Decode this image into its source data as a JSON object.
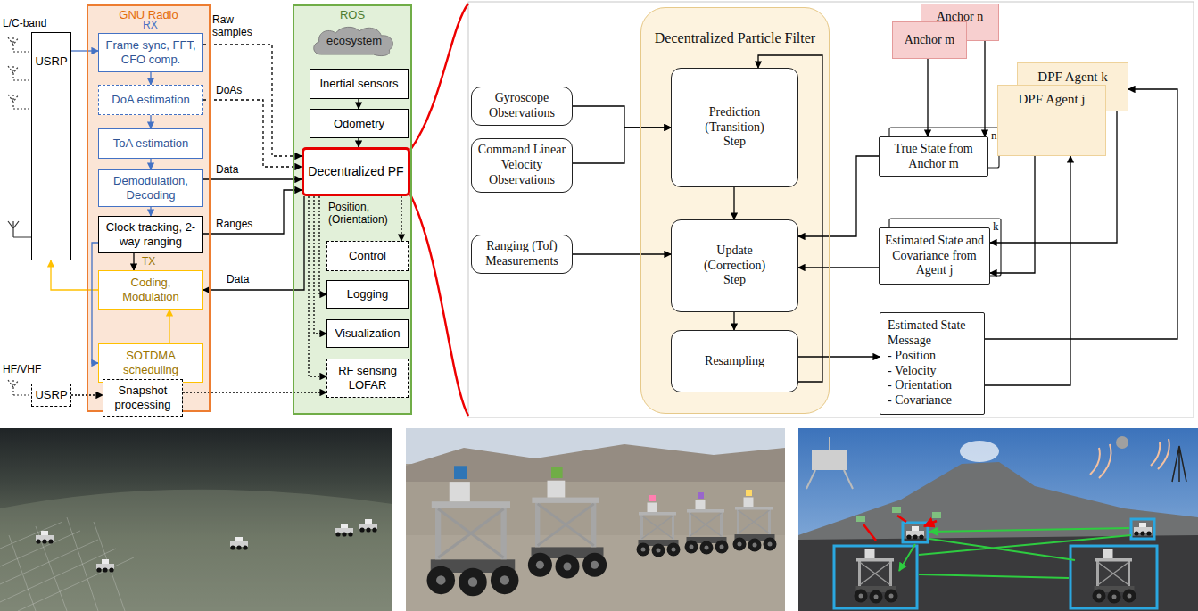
{
  "diagram": {
    "nodes": [
      {
        "text": [
          "GNU Radio"
        ]
      },
      {
        "text": [
          "USRP"
        ]
      },
      {
        "text": [
          "Frame sync, FFT, CFO comp."
        ],
        "in": 0
      },
      {
        "text": [
          "DoA estimation"
        ],
        "in": 0
      },
      {
        "text": [
          "ToA estimation"
        ],
        "in": 0
      },
      {
        "text": [
          "Demodulation, Decoding"
        ],
        "in": 0
      },
      {
        "text": [
          "Clock tracking, 2-way ranging"
        ],
        "in": 0
      },
      {
        "text": [
          "Coding, Modulation"
        ],
        "in": 0
      },
      {
        "text": [
          "SOTDMA scheduling"
        ],
        "in": 0
      },
      {
        "text": [
          "ROS"
        ]
      },
      {
        "text": [
          "ecosystem"
        ],
        "in": 9
      },
      {
        "text": [
          "Inertial sensors"
        ],
        "in": 9
      },
      {
        "text": [
          "Odometry"
        ],
        "in": 9
      },
      {
        "text": [
          "Decentralized PF"
        ],
        "in": 9
      },
      {
        "text": [
          "Control"
        ],
        "in": 9
      },
      {
        "text": [
          "Logging"
        ],
        "in": 9
      },
      {
        "text": [
          "Visualization"
        ],
        "in": 9
      },
      {
        "text": [
          "RF sensing LOFAR"
        ],
        "in": 9
      },
      {
        "text": [
          "USRP"
        ]
      },
      {
        "text": [
          "Snapshot processing"
        ]
      },
      {
        "text": [
          "Gyroscope Observations"
        ]
      },
      {
        "text": [
          "Command Linear Velocity Observations"
        ]
      },
      {
        "text": [
          "Ranging (Tof) Measurements"
        ]
      },
      {
        "text": [
          "Decentralized Particle Filter"
        ]
      },
      {
        "text": [
          "Prediction (Transition) Step"
        ],
        "in": 23
      },
      {
        "text": [
          "Update (Correction) Step"
        ],
        "in": 23
      },
      {
        "text": [
          "Resampling"
        ],
        "in": 23
      },
      {
        "text": [
          "Anchor n"
        ]
      },
      {
        "text": [
          "Anchor m"
        ]
      },
      {
        "text": [
          "True State from Anchor m"
        ]
      },
      {
        "text": [
          "DPF Agent k"
        ]
      },
      {
        "text": [
          "DPF Agent j"
        ]
      },
      {
        "text": [
          "Estimated State and Covariance from Agent j"
        ]
      },
      {
        "text": [
          "Estimated State Message",
          "- Position",
          "- Velocity",
          "- Orientation",
          "- Covariance"
        ]
      }
    ],
    "edges": [
      {
        "from": 1,
        "to": 2,
        "arrow": "to"
      },
      {
        "from": 7,
        "to": 1,
        "arrow": "to"
      },
      {
        "from": 2,
        "to": 3,
        "arrow": "to"
      },
      {
        "from": 3,
        "to": 4,
        "arrow": "to"
      },
      {
        "from": 4,
        "to": 5,
        "arrow": "to"
      },
      {
        "from": 5,
        "to": 6,
        "arrow": "to"
      },
      {
        "from": 6,
        "to": 7,
        "arrow": "to"
      },
      {
        "from": 6,
        "to": 8,
        "arrow": "to"
      },
      {
        "from": 8,
        "to": 7,
        "arrow": "to"
      },
      {
        "from": 2,
        "to": 13,
        "label": "Raw samples",
        "arrow": "to"
      },
      {
        "from": 3,
        "to": 13,
        "label": "DoAs",
        "arrow": "to"
      },
      {
        "from": 5,
        "to": 13,
        "label": "Data",
        "arrow": "to"
      },
      {
        "from": 6,
        "to": 13,
        "label": "Ranges",
        "arrow": "to"
      },
      {
        "from": 13,
        "to": 7,
        "label": "Data",
        "arrow": "to"
      },
      {
        "from": 11,
        "to": 12,
        "arrow": "to"
      },
      {
        "from": 12,
        "to": 13,
        "arrow": "to"
      },
      {
        "from": 13,
        "to": 14,
        "label": "Position, (Orientation)",
        "arrow": "to"
      },
      {
        "from": 13,
        "to": 15,
        "arrow": "to"
      },
      {
        "from": 13,
        "to": 16,
        "arrow": "to"
      },
      {
        "from": 13,
        "to": 17,
        "arrow": "to"
      },
      {
        "from": 18,
        "to": 19,
        "arrow": "to"
      },
      {
        "from": 19,
        "to": 17,
        "arrow": "to"
      },
      {
        "from": 20,
        "to": 24,
        "arrow": "to"
      },
      {
        "from": 21,
        "to": 24,
        "arrow": "to"
      },
      {
        "from": 24,
        "to": 25,
        "arrow": "to"
      },
      {
        "from": 25,
        "to": 26,
        "arrow": "to"
      },
      {
        "from": 26,
        "to": 24,
        "arrow": "to"
      },
      {
        "from": 22,
        "to": 25,
        "arrow": "to"
      },
      {
        "from": 27,
        "to": 29,
        "arrow": "to"
      },
      {
        "from": 28,
        "to": 29,
        "arrow": "to"
      },
      {
        "from": 29,
        "to": 25,
        "arrow": "to"
      },
      {
        "from": 32,
        "to": 25,
        "arrow": "to"
      },
      {
        "from": 26,
        "to": 33,
        "arrow": "to"
      },
      {
        "from": 33,
        "to": 30,
        "arrow": "to"
      },
      {
        "from": 33,
        "to": 31,
        "arrow": "to"
      },
      {
        "from": 30,
        "to": 32,
        "arrow": "to"
      },
      {
        "from": 31,
        "to": 32,
        "arrow": "to"
      }
    ],
    "labels": [
      "L/C-band",
      "RX",
      "TX",
      "HF/VHF",
      "n",
      "k"
    ]
  }
}
